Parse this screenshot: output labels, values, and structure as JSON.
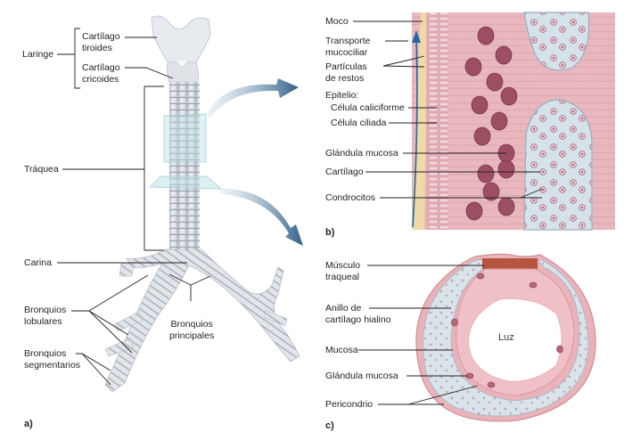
{
  "figure": {
    "panels": {
      "a": {
        "letter": "a)",
        "labels": {
          "laringe": "Laringe",
          "cartilago_tiroides_1": "Cartílago",
          "cartilago_tiroides_2": "tiroides",
          "cartilago_cricoides_1": "Cartílago",
          "cartilago_cricoides_2": "cricoides",
          "traquea": "Tráquea",
          "carina": "Carina",
          "bronquios_lobulares_1": "Bronquios",
          "bronquios_lobulares_2": "lobulares",
          "bronquios_segmentarios_1": "Bronquios",
          "bronquios_segmentarios_2": "segmentarios",
          "bronquios_principales_1": "Bronquios",
          "bronquios_principales_2": "principales"
        }
      },
      "b": {
        "letter": "b)",
        "labels": {
          "moco": "Moco",
          "transporte_1": "Transporte",
          "transporte_2": "mucociliar",
          "particulas_1": "Partículas",
          "particulas_2": "de restos",
          "epitelio": "Epitelio:",
          "celula_caliciforme": "Célula caliciforme",
          "celula_ciliada": "Célula ciliada",
          "glandula_mucosa": "Glándula mucosa",
          "cartilago": "Cartílago",
          "condrocitos": "Condrocitos"
        }
      },
      "c": {
        "letter": "c)",
        "labels": {
          "musculo_1": "Músculo",
          "musculo_2": "traqueal",
          "anillo_1": "Anillo de",
          "anillo_2": "cartílago hialino",
          "mucosa": "Mucosa",
          "glandula_mucosa": "Glándula mucosa",
          "pericondrio": "Pericondrio",
          "luz": "Luz"
        }
      }
    },
    "colors": {
      "arrow_blue": "#2a5f8a",
      "tissue_pink": "#e9b8bd",
      "cartilage_blue": "#d6e2ea",
      "mucus_yellow": "#f0d9a6",
      "gland_purple": "#9c4f63",
      "muscle_brown": "#b5553f"
    }
  }
}
